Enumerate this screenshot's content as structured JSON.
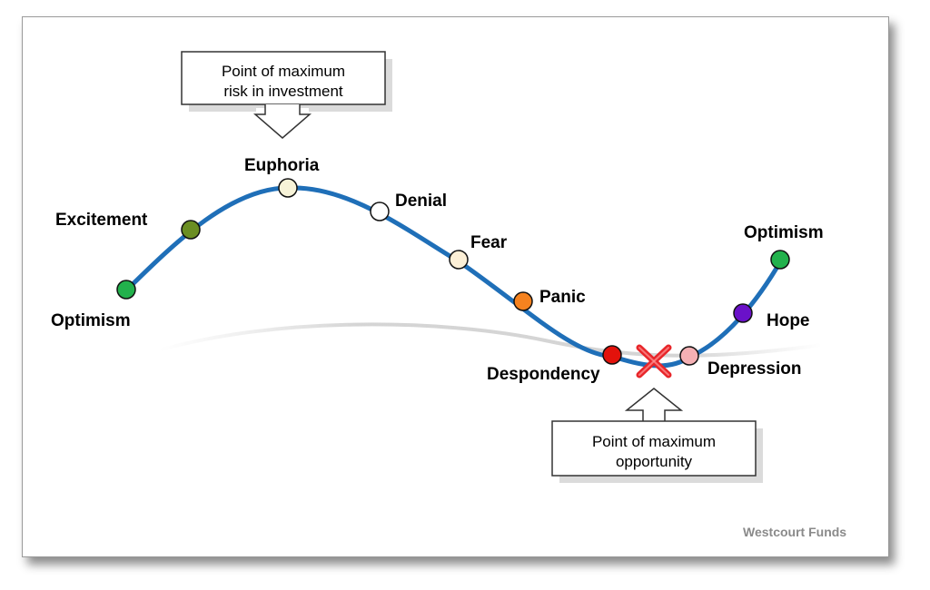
{
  "stages": [
    {
      "label": "Optimism",
      "color": "#22b14c"
    },
    {
      "label": "Excitement",
      "color": "#6b8e23"
    },
    {
      "label": "Euphoria",
      "color": "#f7f3d8"
    },
    {
      "label": "Denial",
      "color": "#ffffff"
    },
    {
      "label": "Fear",
      "color": "#fcefd6"
    },
    {
      "label": "Panic",
      "color": "#f5821f"
    },
    {
      "label": "Despondency",
      "color": "#e3120b"
    },
    {
      "label": "Depression",
      "color": "#f4b0b4"
    },
    {
      "label": "Hope",
      "color": "#6a11c9"
    },
    {
      "label": "Optimism",
      "color": "#22b14c"
    }
  ],
  "callouts": {
    "risk": {
      "line1": "Point of maximum",
      "line2": "risk in investment"
    },
    "opportunity": {
      "line1": "Point of maximum",
      "line2": "opportunity"
    }
  },
  "watermark": "Westcourt Funds",
  "colors": {
    "curve": "#1f6fb8",
    "marker_x": "#e8262a"
  }
}
